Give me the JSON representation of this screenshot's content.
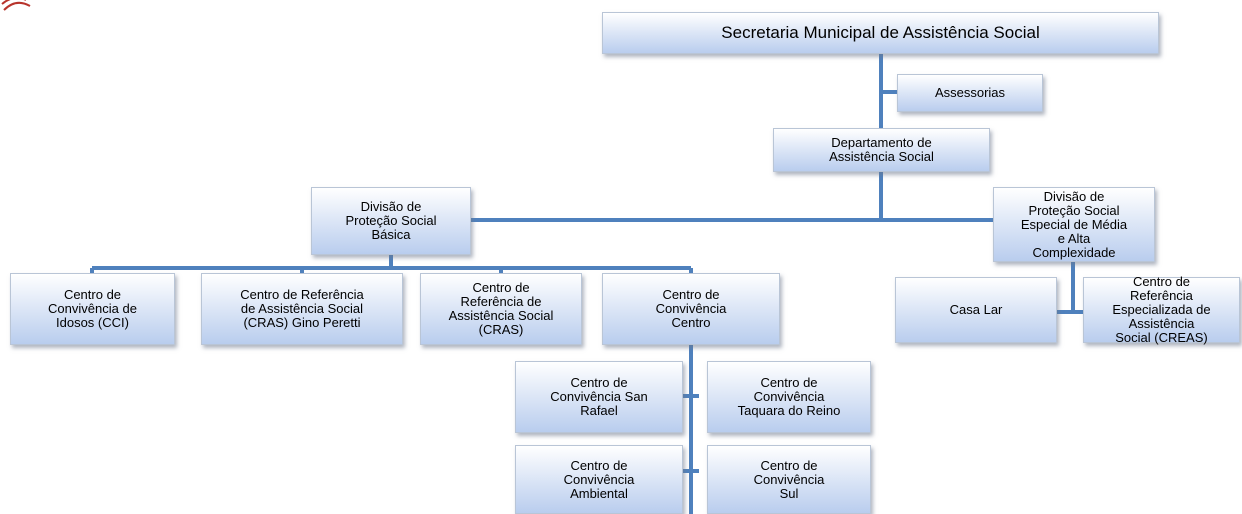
{
  "colors": {
    "connector": "#4f81bd"
  },
  "nodes": {
    "secretaria": "Secretaria Municipal de Assistência Social",
    "assessorias": "Assessorias",
    "departamento": "Departamento de\nAssistência Social",
    "div_basica": "Divisão de\nProteção Social\nBásica",
    "div_especial": "Divisão de\nProteção Social\nEspecial de Média\ne Alta\nComplexidade",
    "cci": "Centro de\nConvivência de\nIdosos (CCI)",
    "cras_gino": "Centro de Referência\nde Assistência Social\n(CRAS) Gino Peretti",
    "cras": "Centro de\nReferência de\nAssistência Social\n(CRAS)",
    "cc_centro": "Centro de\nConvivência\nCentro",
    "casa_lar": "Casa Lar",
    "creas": "Centro de\nReferência\nEspecializada de\nAssistência\nSocial (CREAS)",
    "san_rafael": "Centro de\nConvivência San\nRafael",
    "taquara": "Centro de\nConvivência\nTaquara do Reino",
    "ambiental": "Centro de\nConvivência\nAmbiental",
    "sul": "Centro de\nConvivência\nSul"
  }
}
